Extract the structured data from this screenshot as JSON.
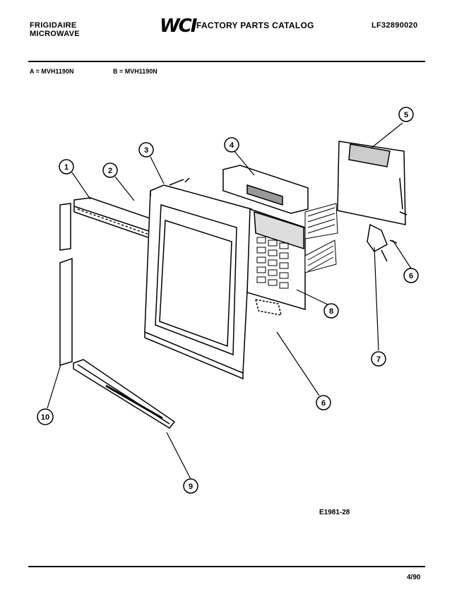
{
  "header": {
    "brand_line1": "FRIGIDAIRE",
    "brand_line2": "MICROWAVE",
    "logo_text": "WCI",
    "catalog_title": "FACTORY PARTS CATALOG",
    "doc_number": "LF32890020"
  },
  "models": {
    "a": "A = MVH1190N",
    "b": "B = MVH1190N"
  },
  "callouts": [
    "1",
    "2",
    "3",
    "4",
    "5",
    "6",
    "6",
    "7",
    "8",
    "9",
    "10"
  ],
  "footer": {
    "figure_ref": "E1981-28",
    "page_date": "4/90"
  }
}
